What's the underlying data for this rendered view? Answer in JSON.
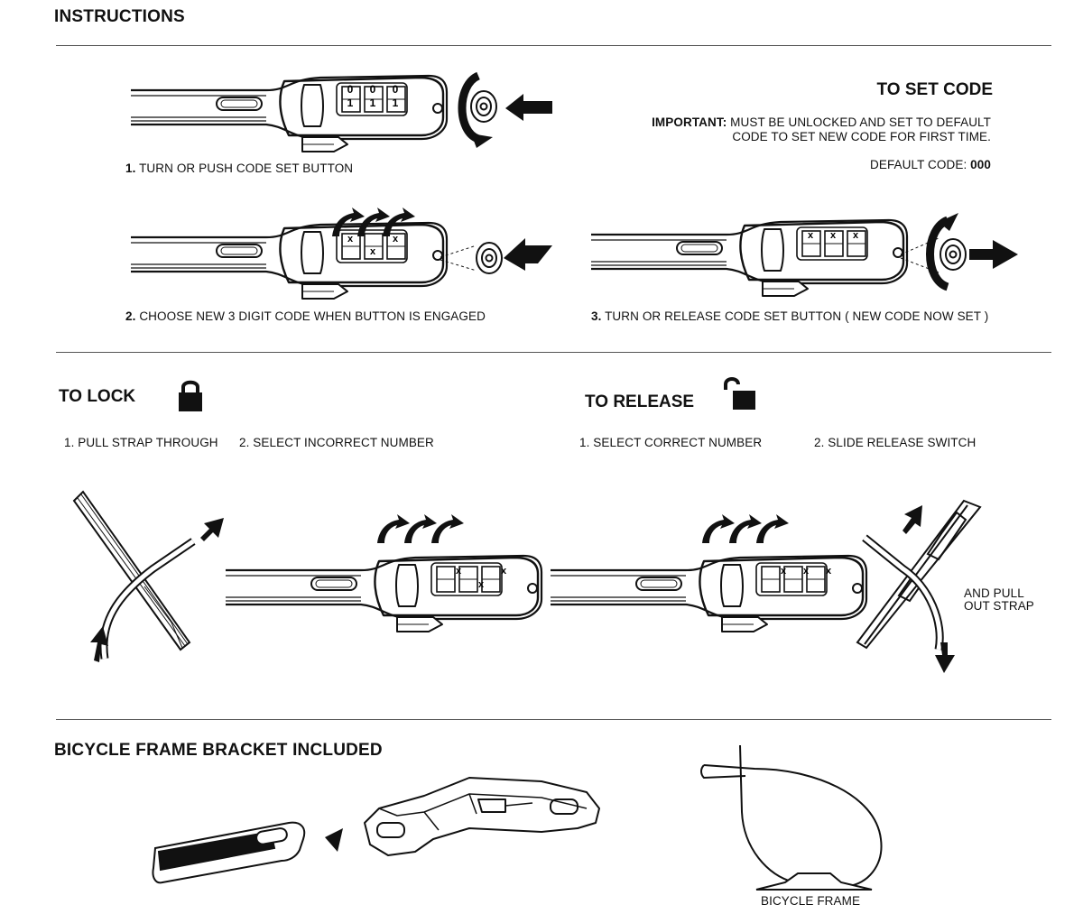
{
  "page_title": "INSTRUCTIONS",
  "set_code": {
    "title": "TO SET CODE",
    "important_label": "IMPORTANT:",
    "important_line1": "MUST BE UNLOCKED AND SET TO DEFAULT",
    "important_line2": "CODE TO SET NEW CODE FOR FIRST TIME.",
    "default_label": "DEFAULT CODE:",
    "default_value": "000",
    "step1_num": "1.",
    "step1_text": "TURN OR PUSH CODE SET BUTTON",
    "step2_num": "2.",
    "step2_text": "CHOOSE NEW 3 DIGIT CODE WHEN BUTTON IS ENGAGED",
    "step3_num": "3.",
    "step3_text": "TURN OR RELEASE CODE SET BUTTON ( NEW CODE NOW SET )",
    "dial_top": [
      "0",
      "0",
      "0"
    ],
    "dial_bottom": [
      "1",
      "1",
      "1"
    ],
    "dial_mark": "x"
  },
  "lock": {
    "title": "TO LOCK",
    "step1": "1. PULL STRAP THROUGH",
    "step2": "2. SELECT INCORRECT NUMBER"
  },
  "release": {
    "title": "TO RELEASE",
    "step1": "1. SELECT CORRECT NUMBER",
    "step2": "2. SLIDE RELEASE SWITCH",
    "note_line1": "AND PULL",
    "note_line2": "OUT STRAP"
  },
  "bracket": {
    "title": "BICYCLE FRAME BRACKET INCLUDED",
    "frame_label": "BICYCLE FRAME"
  },
  "icons": {
    "lock_closed": "padlock-closed-icon",
    "lock_open": "padlock-open-icon"
  },
  "colors": {
    "ink": "#111111",
    "rule": "#555555",
    "background": "#ffffff"
  }
}
